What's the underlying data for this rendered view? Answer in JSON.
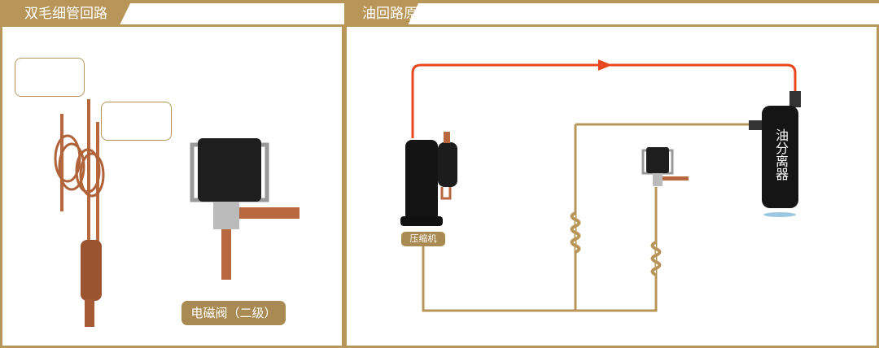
{
  "left_panel": {
    "title": "双毛细管回路",
    "valve_label": "电磁阀（二级）"
  },
  "right_panel": {
    "title": "油回路原理图",
    "compressor_label": "压缩机",
    "separator_label": "油分离器"
  },
  "colors": {
    "accent": "#b8965a",
    "hot_line": "#e8471f",
    "copper": "#b8683e"
  }
}
